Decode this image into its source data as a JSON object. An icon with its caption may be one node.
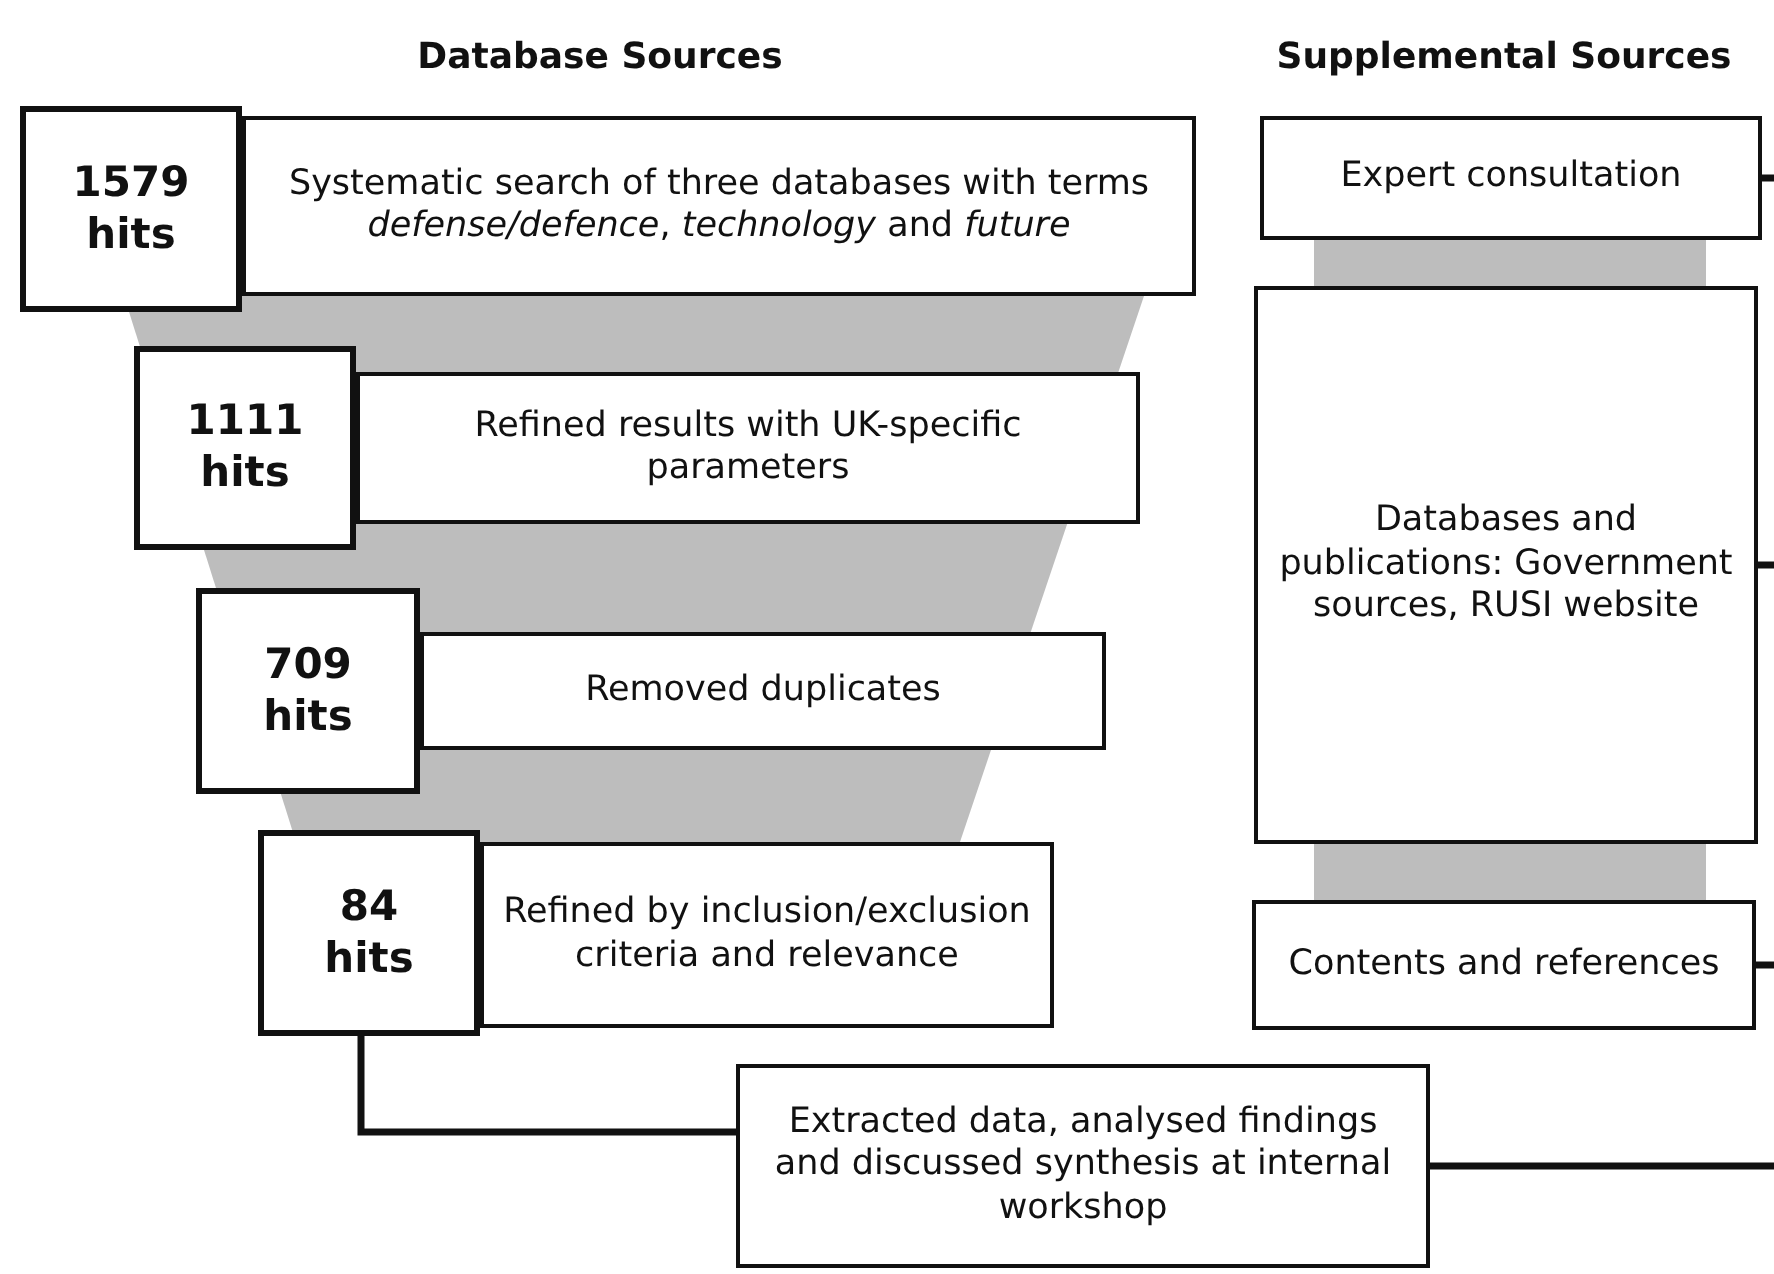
{
  "diagram": {
    "nodes": [
      {
        "text": [
          "1579 hits"
        ]
      },
      {
        "text": [
          "Systematic search of three databases with terms *defense/defence*, *technology* and *future*"
        ]
      },
      {
        "text": [
          "1111 hits"
        ]
      },
      {
        "text": [
          "Refined results with UK-specific parameters"
        ]
      },
      {
        "text": [
          "709 hits"
        ]
      },
      {
        "text": [
          "Removed duplicates"
        ]
      },
      {
        "text": [
          "84 hits"
        ]
      },
      {
        "text": [
          "Refined by inclusion/exclusion criteria and relevance"
        ]
      },
      {
        "text": [
          "Expert consultation"
        ]
      },
      {
        "text": [
          "Databases and publications: Government sources, RUSI website"
        ]
      },
      {
        "text": [
          "Contents and references"
        ]
      },
      {
        "text": [
          "Extracted data, analysed findings and discussed synthesis at internal workshop"
        ]
      }
    ],
    "edges": [
      {
        "from": 6,
        "to": 11,
        "arrow": "none"
      },
      {
        "from": 8,
        "to": null,
        "arrow": "none"
      },
      {
        "from": 9,
        "to": null,
        "arrow": "none"
      },
      {
        "from": 10,
        "to": null,
        "arrow": "none"
      },
      {
        "from": 11,
        "to": null,
        "arrow": "none"
      }
    ],
    "labels": [
      "Database Sources",
      "Supplemental Sources"
    ]
  }
}
